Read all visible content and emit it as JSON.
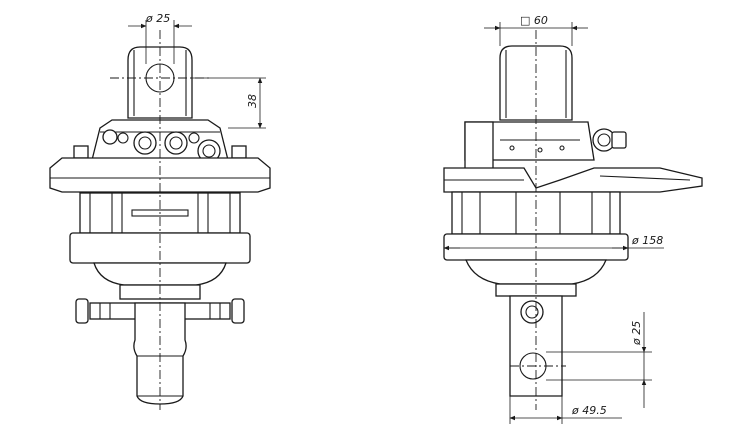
{
  "drawing": {
    "front_view": {
      "dimensions": {
        "top_pin_diameter": "ø 25",
        "top_height": "38"
      }
    },
    "side_view": {
      "dimensions": {
        "square_size": "□ 60",
        "body_diameter": "ø 158",
        "bottom_pin_diameter": "ø 25",
        "bottom_width": "ø 49.5"
      }
    }
  }
}
